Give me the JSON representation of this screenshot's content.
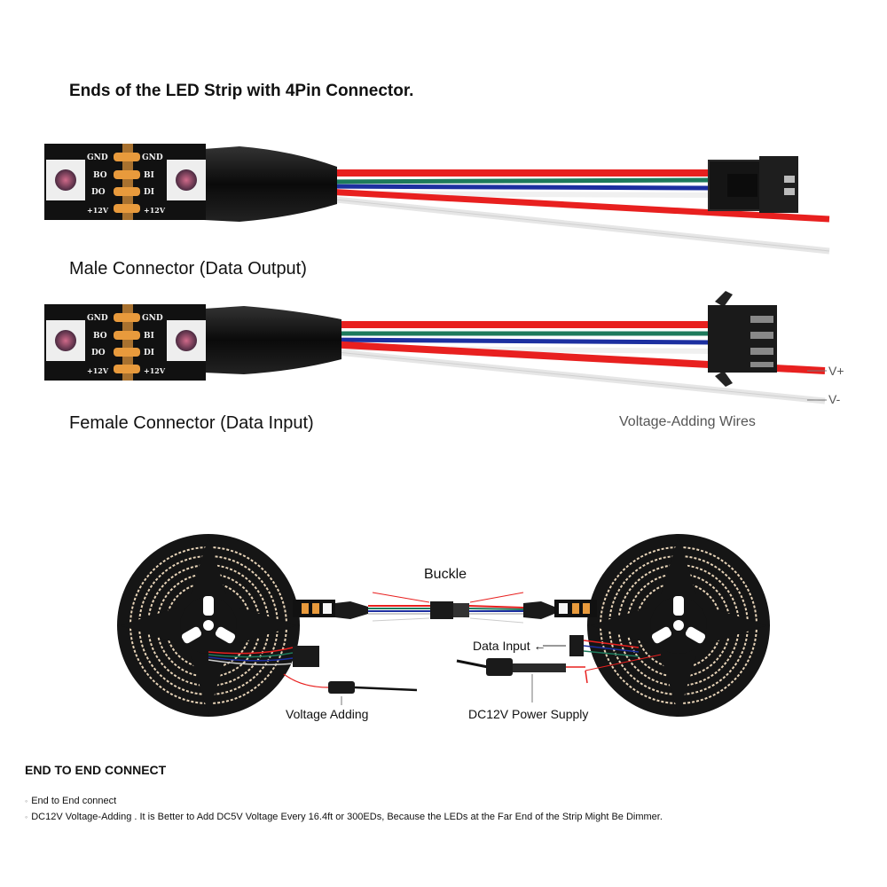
{
  "heading": "Ends of the LED Strip with 4Pin Connector.",
  "male_label": "Male Connector (Data Output)",
  "female_label": "Female Connector (Data Input)",
  "voltage_wires_label": "Voltage-Adding Wires",
  "vplus": "V+",
  "vminus": "V-",
  "pads": {
    "gnd": "GND",
    "bo": "BO",
    "bi": "BI",
    "do": "DO",
    "di": "DI",
    "v12": "+12V"
  },
  "buckle_label": "Buckle",
  "data_input_label": "Data Input",
  "voltage_adding_label": "Voltage Adding",
  "dc12v_label": "DC12V Power Supply",
  "end_title": "END TO END CONNECT",
  "bullets": [
    "End to End connect",
    "DC12V Voltage-Adding . It is Better to Add DC5V Voltage Every 16.4ft or 300EDs, Because the LEDs at the Far End of the Strip Might Be Dimmer."
  ],
  "colors": {
    "red": "#e8201f",
    "green": "#1d7a5c",
    "blue": "#1c2fa0",
    "white": "#f0f0f0",
    "strip": "#111111",
    "pad": "#e89a3c"
  }
}
